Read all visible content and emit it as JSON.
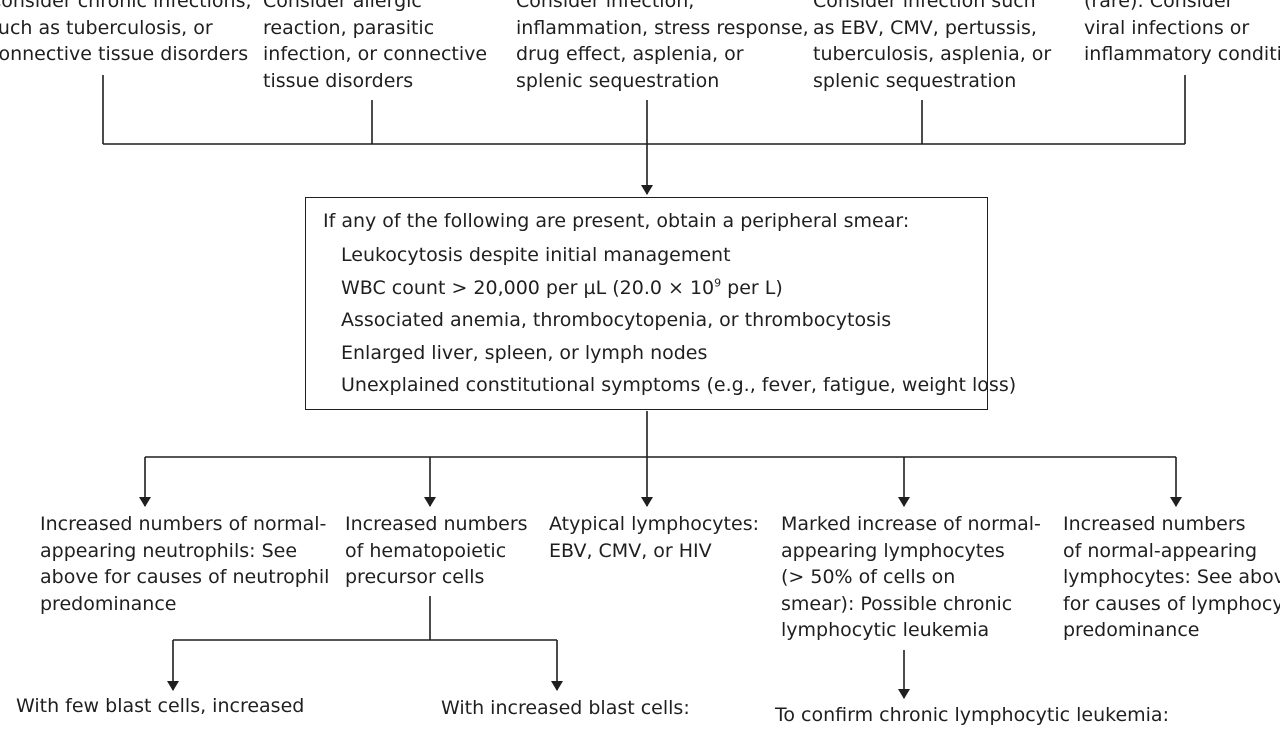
{
  "top_nodes": [
    {
      "lines": [
        "Consider chronic infections,",
        "such as tuberculosis, or",
        "connective tissue disorders"
      ]
    },
    {
      "lines": [
        "Consider allergic",
        "reaction, parasitic",
        "infection, or connective",
        "tissue disorders"
      ]
    },
    {
      "lines": [
        "Consider infection,",
        "inflammation, stress response,",
        "drug effect, asplenia, or",
        "splenic sequestration"
      ]
    },
    {
      "lines": [
        "Consider infection such",
        "as EBV, CMV, pertussis,",
        "tuberculosis, asplenia, or",
        "splenic sequestration"
      ]
    },
    {
      "lines": [
        "(rare): Consider",
        "viral infections or",
        "inflammatory conditions"
      ]
    }
  ],
  "smear_box": {
    "heading": "If any of the following are present, obtain a peripheral smear:",
    "items": [
      "Leukocytosis despite initial management",
      "WBC count > 20,000 per µL (20.0 × 10",
      "Associated anemia, thrombocytopenia, or thrombocytosis",
      "Enlarged liver, spleen, or lymph nodes",
      "Unexplained constitutional symptoms (e.g., fever, fatigue, weight loss)"
    ],
    "wbc_superscript": "9",
    "wbc_suffix": " per L)"
  },
  "result_nodes": [
    {
      "lines": [
        "Increased numbers of normal-",
        "appearing neutrophils: See",
        "above for causes of neutrophil",
        "predominance"
      ]
    },
    {
      "lines": [
        "Increased numbers",
        "of hematopoietic",
        "precursor cells"
      ]
    },
    {
      "lines": [
        "Atypical lymphocytes:",
        "EBV, CMV, or HIV"
      ]
    },
    {
      "lines": [
        "Marked increase of normal-",
        "appearing lymphocytes",
        "(> 50% of cells on",
        "smear): Possible chronic",
        "lymphocytic leukemia"
      ]
    },
    {
      "lines": [
        "Increased numbers",
        "of normal-appearing",
        "lymphocytes: See above",
        "for causes of lymphocyte",
        "predominance"
      ]
    }
  ],
  "bottom_nodes": [
    {
      "lines": [
        "With few blast cells, increased"
      ]
    },
    {
      "lines": [
        "With increased blast cells:"
      ]
    },
    {
      "lines": [
        "To confirm chronic lymphocytic leukemia:"
      ]
    }
  ]
}
